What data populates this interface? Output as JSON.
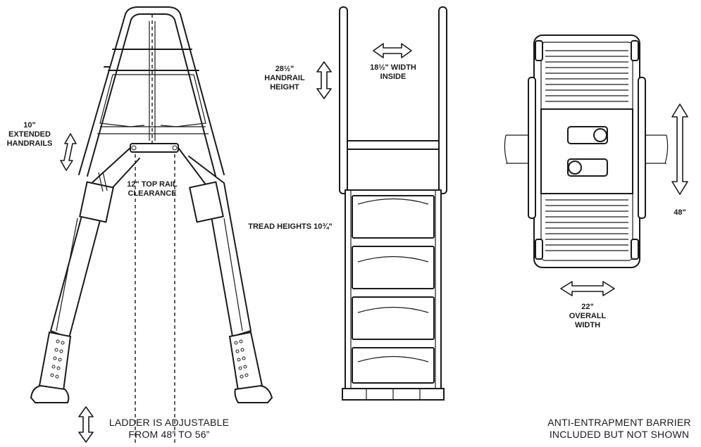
{
  "labels": {
    "extended_handrails": [
      "10\"",
      "EXTENDED",
      "HANDRAILS"
    ],
    "top_rail_clearance": [
      "12\" TOP RAIL",
      "CLEARANCE"
    ],
    "adjustable": [
      "LADDER IS ADJUSTABLE",
      "FROM 48” TO 56”"
    ],
    "handrail_height": [
      "28½\"",
      "HANDRAIL",
      "HEIGHT"
    ],
    "width_inside": [
      "18½\" WIDTH",
      "INSIDE"
    ],
    "tread_heights": "TREAD HEIGHTS 10¾\"",
    "depth_48": "48\"",
    "overall_width": [
      "22\"",
      "OVERALL",
      "WIDTH"
    ],
    "barrier_note": [
      "ANTI-ENTRAPMENT BARRIER",
      "INCLUDED BUT NOT SHOWN"
    ]
  },
  "colors": {
    "ink": "#1a1a1a",
    "paper": "#ffffff"
  }
}
